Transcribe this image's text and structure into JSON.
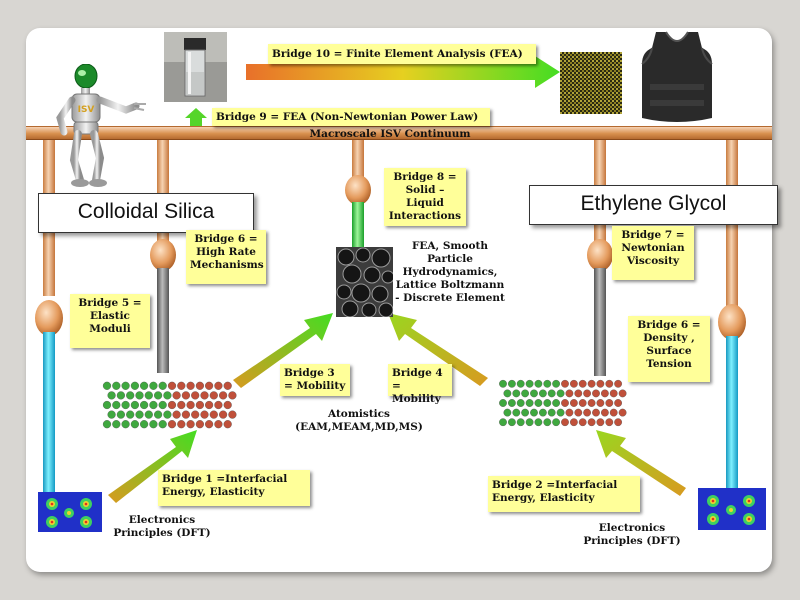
{
  "bars": {
    "bridge10": "Bridge 10 = Finite Element Analysis (FEA)",
    "bridge9": "Bridge 9 = FEA (Non-Newtonian Power Law)",
    "macroscale": "Macroscale ISV Continuum"
  },
  "titles": {
    "left": "Colloidal Silica",
    "right": "Ethylene Glycol"
  },
  "robot": {
    "badge": "ISV"
  },
  "bridges": {
    "b8": "Bridge 8 = Solid – Liquid Interactions",
    "b6_left": "Bridge 6 = High Rate Mechanisms",
    "b7": "Bridge 7 = Newtonian Viscosity",
    "b5": "Bridge 5 = Elastic Moduli",
    "b6_right": "Bridge 6 = Density , Surface Tension",
    "b3": "Bridge 3 = Mobility",
    "b4": "Bridge 4 = Mobility",
    "b1": "Bridge 1 =Interfacial Energy, Elasticity",
    "b2": "Bridge 2 =Interfacial Energy, Elasticity"
  },
  "labels": {
    "fea": "FEA, Smooth Particle Hydrodynamics, Lattice Boltzmann - Discrete Element",
    "atomistics": "Atomistics (EAM,MEAM,MD,MS)",
    "electronics_left": "Electronics Principles (DFT)",
    "electronics_right": "Electronics Principles (DFT)"
  },
  "colors": {
    "background": "#d8d6d2",
    "panel": "#ffffff",
    "note": "#ffff99",
    "pipe_copper": "#e7a36c",
    "pipe_cyan": "#22c8e6",
    "pipe_gray": "#7d7d7d",
    "pipe_green": "#33cc44",
    "arrow_start": "#e0a020",
    "arrow_end": "#44dd22",
    "atom_green": "#3fa83f",
    "atom_red": "#c0503a",
    "dft_blue": "#2433c8"
  },
  "icons": [
    "robot-figure",
    "vial-photo",
    "fabric-swatch",
    "vest-photo",
    "particle-micrograph",
    "atom-lattice",
    "dft-map"
  ]
}
